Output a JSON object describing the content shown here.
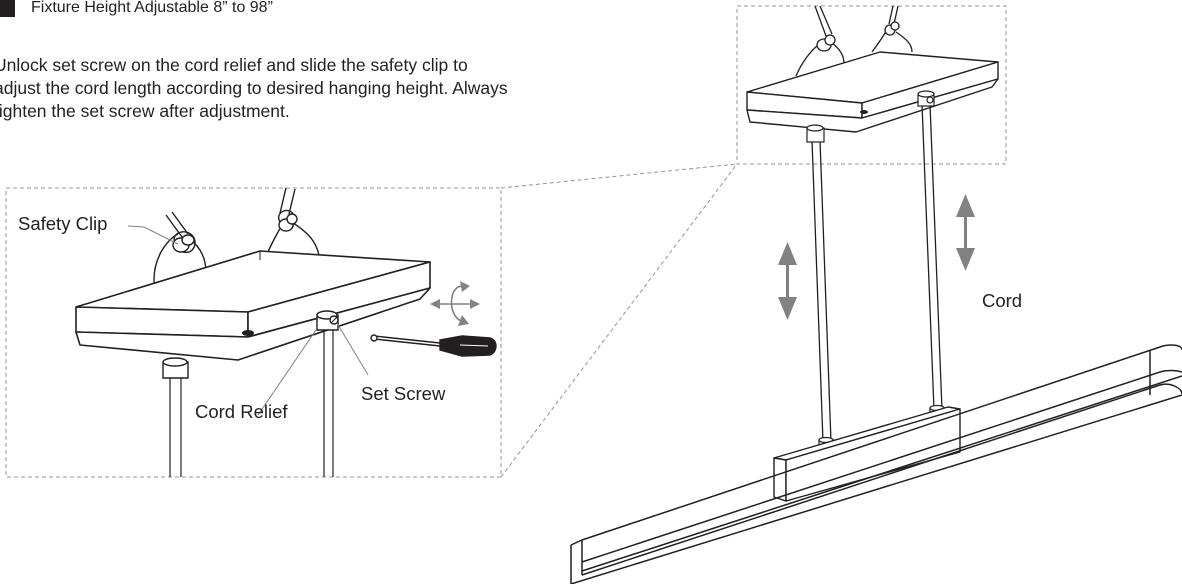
{
  "header": {
    "title": "Fixture Height Adjustable 8” to 98”"
  },
  "instructions": {
    "lines": [
      "Unlock set screw on the cord relief and slide the safety clip to",
      "adjust the cord length according to desired hanging height. Always",
      "tighten the set screw after adjustment."
    ]
  },
  "labels": {
    "safety_clip": "Safety Clip",
    "cord_relief": "Cord Relief",
    "set_screw": "Set Screw",
    "cord": "Cord"
  },
  "colors": {
    "line": "#231f20",
    "arrow": "#808285",
    "dash": "#939598",
    "badge": "#231f20"
  }
}
